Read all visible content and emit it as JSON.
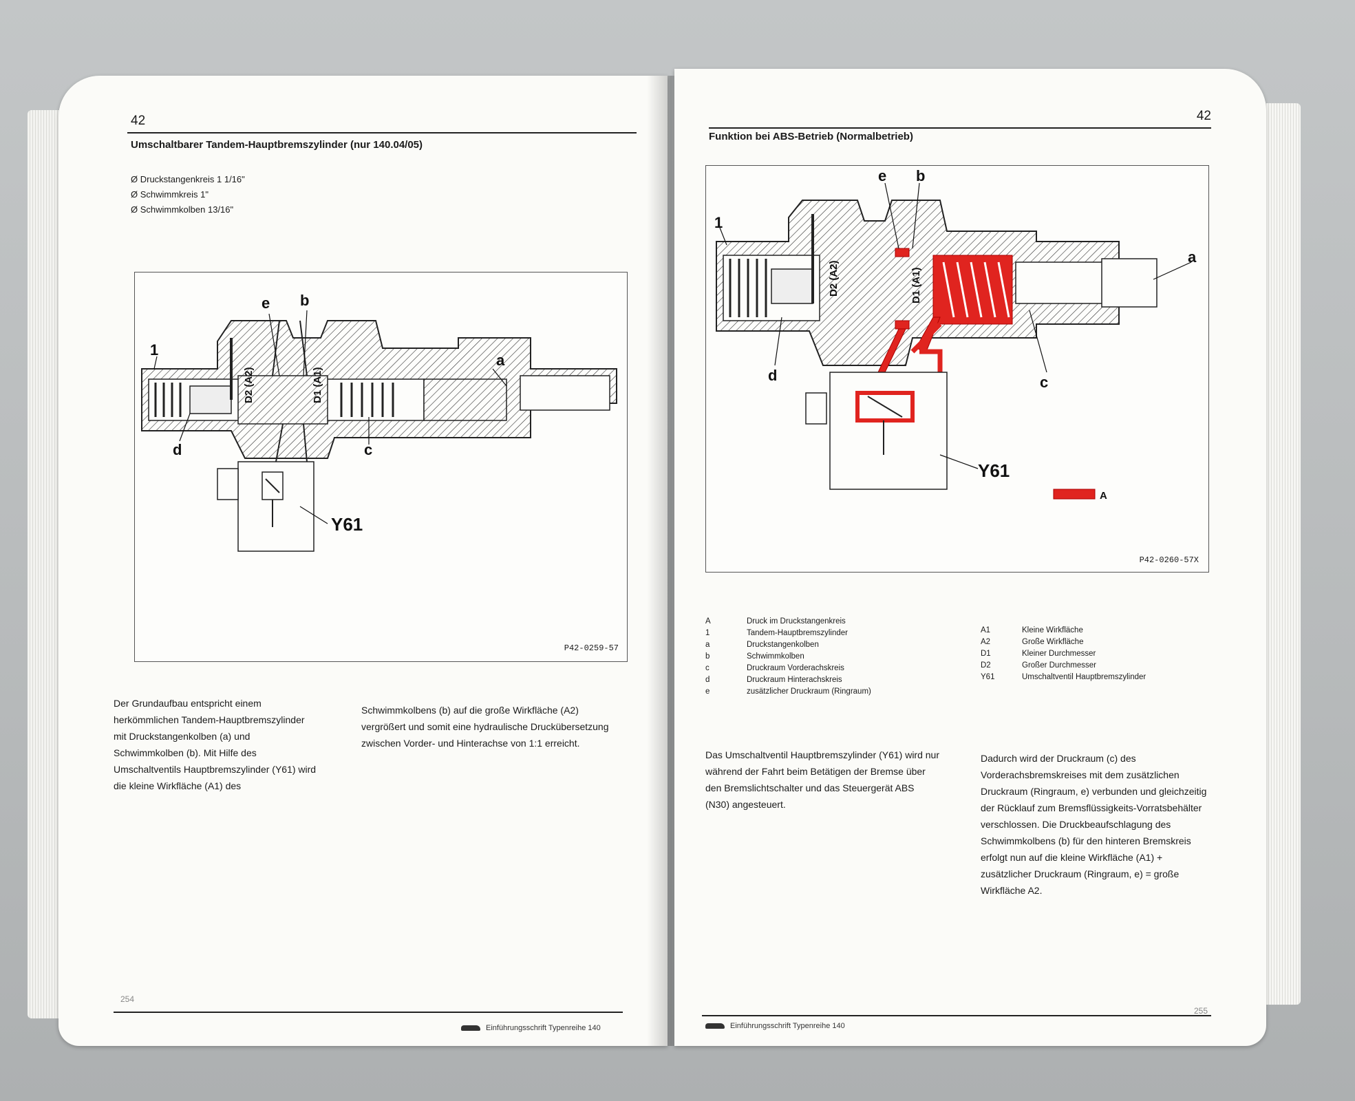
{
  "left_page": {
    "page_number": "42",
    "heading": "Umschaltbarer Tandem-Hauptbremszylinder (nur 140.04/05)",
    "specs": [
      "Ø Druckstangenkreis 1 1/16\"",
      "Ø Schwimmkreis 1\"",
      "Ø Schwimmkolben 13/16\""
    ],
    "figure": {
      "labels": [
        "1",
        "e",
        "b",
        "a",
        "d",
        "c",
        "D2 (A2)",
        "D1 (A1)",
        "Y61"
      ],
      "ref": "P42-0259-57"
    },
    "text_col1": "Der Grundaufbau entspricht einem herkömmlichen Tandem-Hauptbremszylinder mit Druckstangenkolben (a) und Schwimmkolben (b). Mit Hilfe des Umschaltventils Hauptbremszylinder (Y61) wird die kleine Wirkfläche (A1) des",
    "text_col2": "Schwimmkolbens (b) auf die große Wirkfläche (A2) vergrößert und somit eine hydraulische Druckübersetzung zwischen Vorder- und Hinterachse von 1:1 erreicht.",
    "footer_page": "254",
    "footer_text": "Einführungsschrift Typenreihe 140"
  },
  "right_page": {
    "page_number": "42",
    "heading": "Funktion bei ABS-Betrieb (Normalbetrieb)",
    "figure": {
      "labels": [
        "e",
        "b",
        "1",
        "a",
        "D2 (A2)",
        "D1 (A1)",
        "d",
        "c",
        "Y61",
        "A"
      ],
      "ref": "P42-0260-57X",
      "highlight_color": "#e0241f"
    },
    "legend_left": [
      {
        "key": "A",
        "text": "Druck im Druckstangenkreis"
      },
      {
        "key": "1",
        "text": "Tandem-Hauptbremszylinder"
      },
      {
        "key": "a",
        "text": "Druckstangenkolben"
      },
      {
        "key": "b",
        "text": "Schwimmkolben"
      },
      {
        "key": "c",
        "text": "Druckraum Vorderachskreis"
      },
      {
        "key": "d",
        "text": "Druckraum Hinterachskreis"
      },
      {
        "key": "e",
        "text": "zusätzlicher Druckraum (Ringraum)"
      }
    ],
    "legend_right": [
      {
        "key": "A1",
        "text": "Kleine Wirkfläche"
      },
      {
        "key": "A2",
        "text": "Große Wirkfläche"
      },
      {
        "key": "D1",
        "text": "Kleiner Durchmesser"
      },
      {
        "key": "D2",
        "text": "Großer Durchmesser"
      },
      {
        "key": "Y61",
        "text": "Umschaltventil Hauptbremszylinder"
      }
    ],
    "text_col1": "Das Umschaltventil Hauptbremszylinder (Y61) wird nur während der Fahrt beim Betätigen der Bremse über den Bremslichtschalter und das Steuergerät ABS (N30) angesteuert.",
    "text_col2": "Dadurch wird der Druckraum (c) des Vorderachsbremskreises mit dem zusätzlichen Druckraum (Ringraum, e) verbunden und gleichzeitig der Rücklauf zum Bremsflüssigkeits-Vorratsbehälter verschlossen. Die Druckbeaufschlagung des Schwimmkolbens (b) für den hinteren Bremskreis erfolgt nun auf die kleine Wirkfläche (A1) + zusätzlicher Druckraum (Ringraum, e) = große Wirkfläche A2.",
    "footer_page": "255",
    "footer_text": "Einführungsschrift Typenreihe 140"
  }
}
